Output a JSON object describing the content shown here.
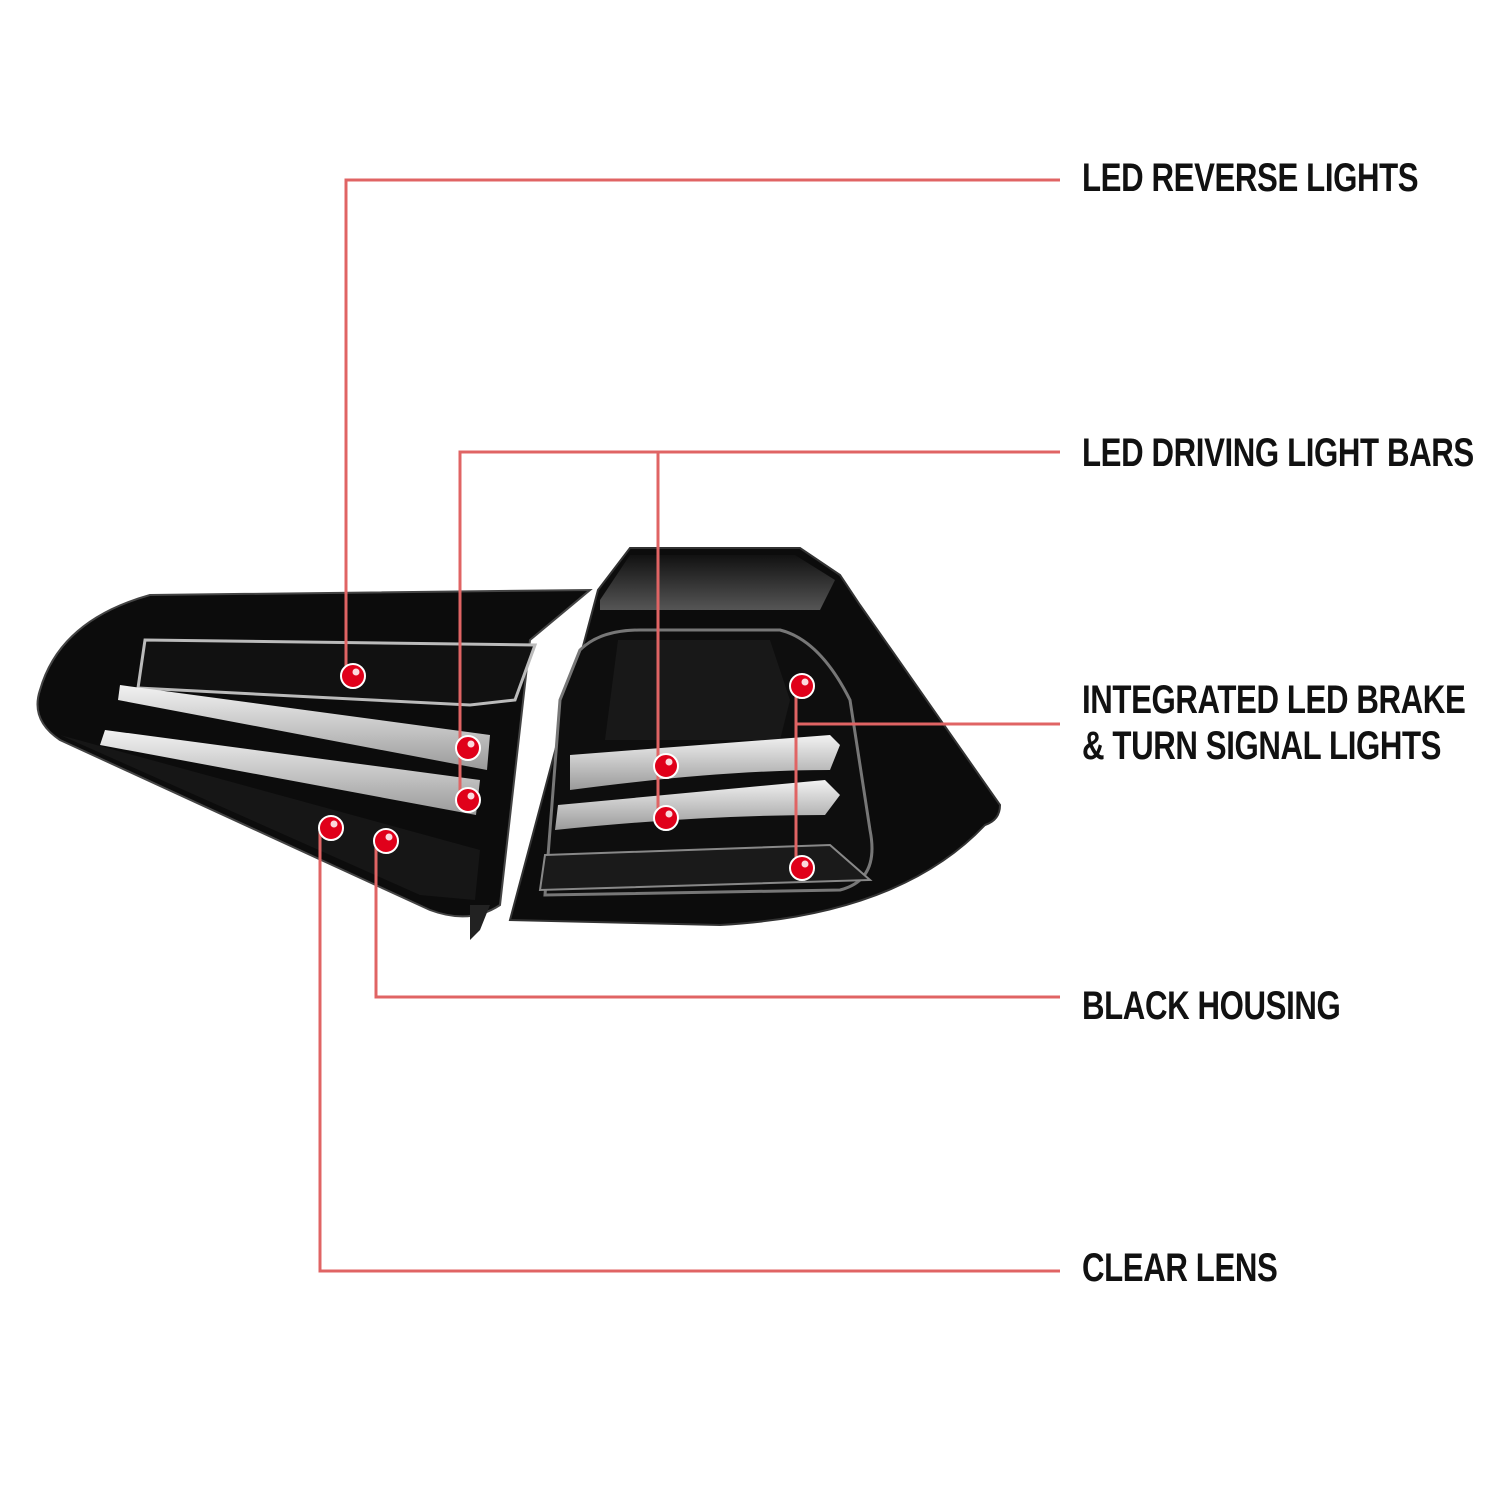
{
  "callouts": [
    {
      "label": "LED REVERSE LIGHTS"
    },
    {
      "label": "LED DRIVING LIGHT BARS"
    },
    {
      "label_line1": "INTEGRATED LED BRAKE",
      "label_line2": "& TURN SIGNAL LIGHTS"
    },
    {
      "label": "BLACK HOUSING"
    },
    {
      "label": "CLEAR LENS"
    }
  ],
  "colors": {
    "leader_line": "#e06464",
    "marker_dot": "#e0001a",
    "housing": "#0c0c0c",
    "light_bar": "#d9d9d9"
  }
}
